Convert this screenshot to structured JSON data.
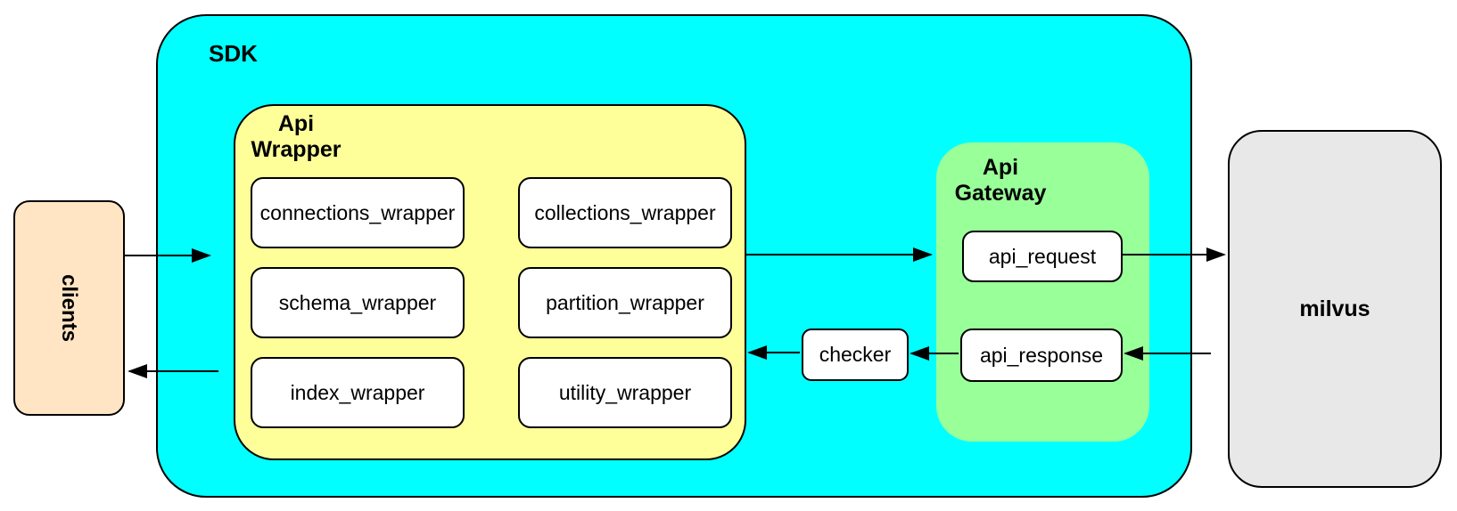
{
  "diagram": {
    "nodes": {
      "clients": "clients",
      "sdk": "SDK",
      "api_wrapper": {
        "label": [
          "Api",
          "Wrapper"
        ],
        "children": [
          "connections_wrapper",
          "collections_wrapper",
          "schema_wrapper",
          "partition_wrapper",
          "index_wrapper",
          "utility_wrapper"
        ]
      },
      "api_gateway": {
        "label": [
          "Api",
          "Gateway"
        ],
        "children": [
          "api_request",
          "api_response"
        ]
      },
      "checker": "checker",
      "milvus": "milvus"
    },
    "arrows": [
      {
        "from": "clients",
        "to": "api_wrapper"
      },
      {
        "from": "api_wrapper",
        "to": "api_gateway"
      },
      {
        "from": "api_request",
        "to": "milvus"
      },
      {
        "from": "milvus",
        "to": "api_response"
      },
      {
        "from": "api_response",
        "to": "checker"
      },
      {
        "from": "checker",
        "to": "api_wrapper"
      },
      {
        "from": "sdk",
        "to": "clients"
      }
    ],
    "colors": {
      "cyan": "#00FFFF",
      "yellow": "#FFFF99",
      "green": "#99FF99",
      "peach": "#FFE5C4",
      "gray": "#E8E8E8",
      "stroke": "#000000",
      "bg": "#FFFFFF"
    }
  }
}
